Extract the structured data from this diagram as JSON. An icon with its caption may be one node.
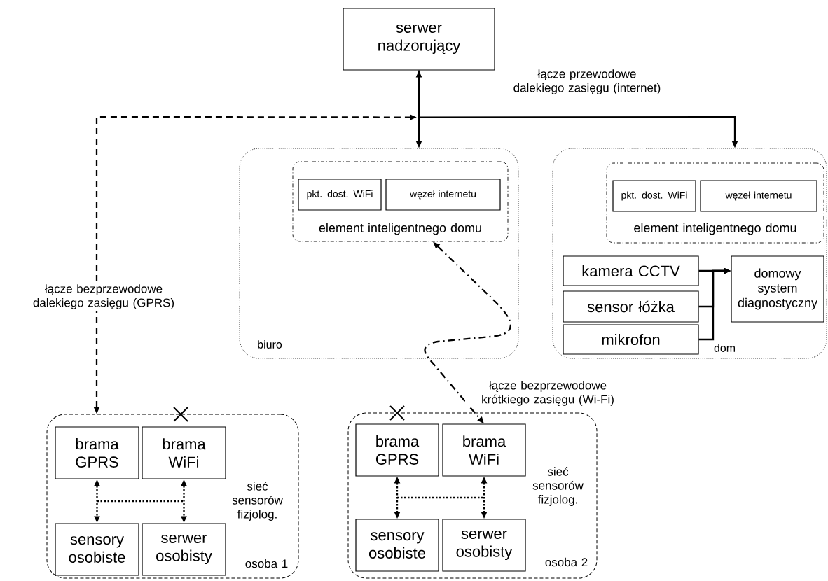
{
  "diagram": {
    "nodes": [
      {
        "text": [
          "serwer nadzorujący"
        ]
      },
      {
        "text": [
          "biuro"
        ]
      },
      {
        "text": [
          "element inteligentnego domu"
        ],
        "in": 1
      },
      {
        "text": [
          "pkt. dost. WiFi"
        ],
        "in": 2
      },
      {
        "text": [
          "węzeł internetu"
        ],
        "in": 2
      },
      {
        "text": [
          "dom"
        ]
      },
      {
        "text": [
          "element inteligentnego domu"
        ],
        "in": 5
      },
      {
        "text": [
          "pkt. dost. WiFi"
        ],
        "in": 6
      },
      {
        "text": [
          "węzeł internetu"
        ],
        "in": 6
      },
      {
        "text": [
          "kamera CCTV"
        ],
        "in": 5
      },
      {
        "text": [
          "sensor łóżka"
        ],
        "in": 5
      },
      {
        "text": [
          "mikrofon"
        ],
        "in": 5
      },
      {
        "text": [
          "domowy system diagnostyczny"
        ],
        "in": 5
      },
      {
        "text": [
          "sieć sensorów fizjolog.",
          "osoba 1"
        ]
      },
      {
        "text": [
          "brama GPRS"
        ],
        "in": 13
      },
      {
        "text": [
          "brama WiFi"
        ],
        "in": 13
      },
      {
        "text": [
          "sensory osobiste"
        ],
        "in": 13
      },
      {
        "text": [
          "serwer osobisty"
        ],
        "in": 13
      },
      {
        "text": [
          "sieć sensorów fizjolog.",
          "osoba 2"
        ]
      },
      {
        "text": [
          "brama GPRS"
        ],
        "in": 18
      },
      {
        "text": [
          "brama WiFi"
        ],
        "in": 18
      },
      {
        "text": [
          "sensory osobiste"
        ],
        "in": 18
      },
      {
        "text": [
          "serwer osobisty"
        ],
        "in": 18
      }
    ],
    "edges": [
      {
        "from": 0,
        "to": 1,
        "arrow": "both"
      },
      {
        "from": 0,
        "to": 5,
        "arrow": "to",
        "label": "łącze przewodowe dalekiego zasięgu (internet)"
      },
      {
        "from": 13,
        "to": 0,
        "arrow": "both",
        "style": "dashed",
        "label": "łącze bezprzewodowe dalekiego zasięgu (GPRS)"
      },
      {
        "from": 2,
        "to": 20,
        "arrow": "both",
        "style": "dashed",
        "label": "łącze bezprzewodowe krótkiego zasięgu (Wi-Fi)"
      },
      {
        "from": 9,
        "to": 12,
        "arrow": "to"
      },
      {
        "from": 10,
        "to": 12,
        "arrow": "to"
      },
      {
        "from": 11,
        "to": 12,
        "arrow": "to"
      },
      {
        "from": 14,
        "to": 16,
        "arrow": "both",
        "style": "dashed"
      },
      {
        "from": 15,
        "to": 17,
        "arrow": "both",
        "style": "dashed"
      },
      {
        "from": 19,
        "to": 21,
        "arrow": "both",
        "style": "dashed"
      },
      {
        "from": 20,
        "to": 22,
        "arrow": "both",
        "style": "dashed"
      }
    ]
  }
}
